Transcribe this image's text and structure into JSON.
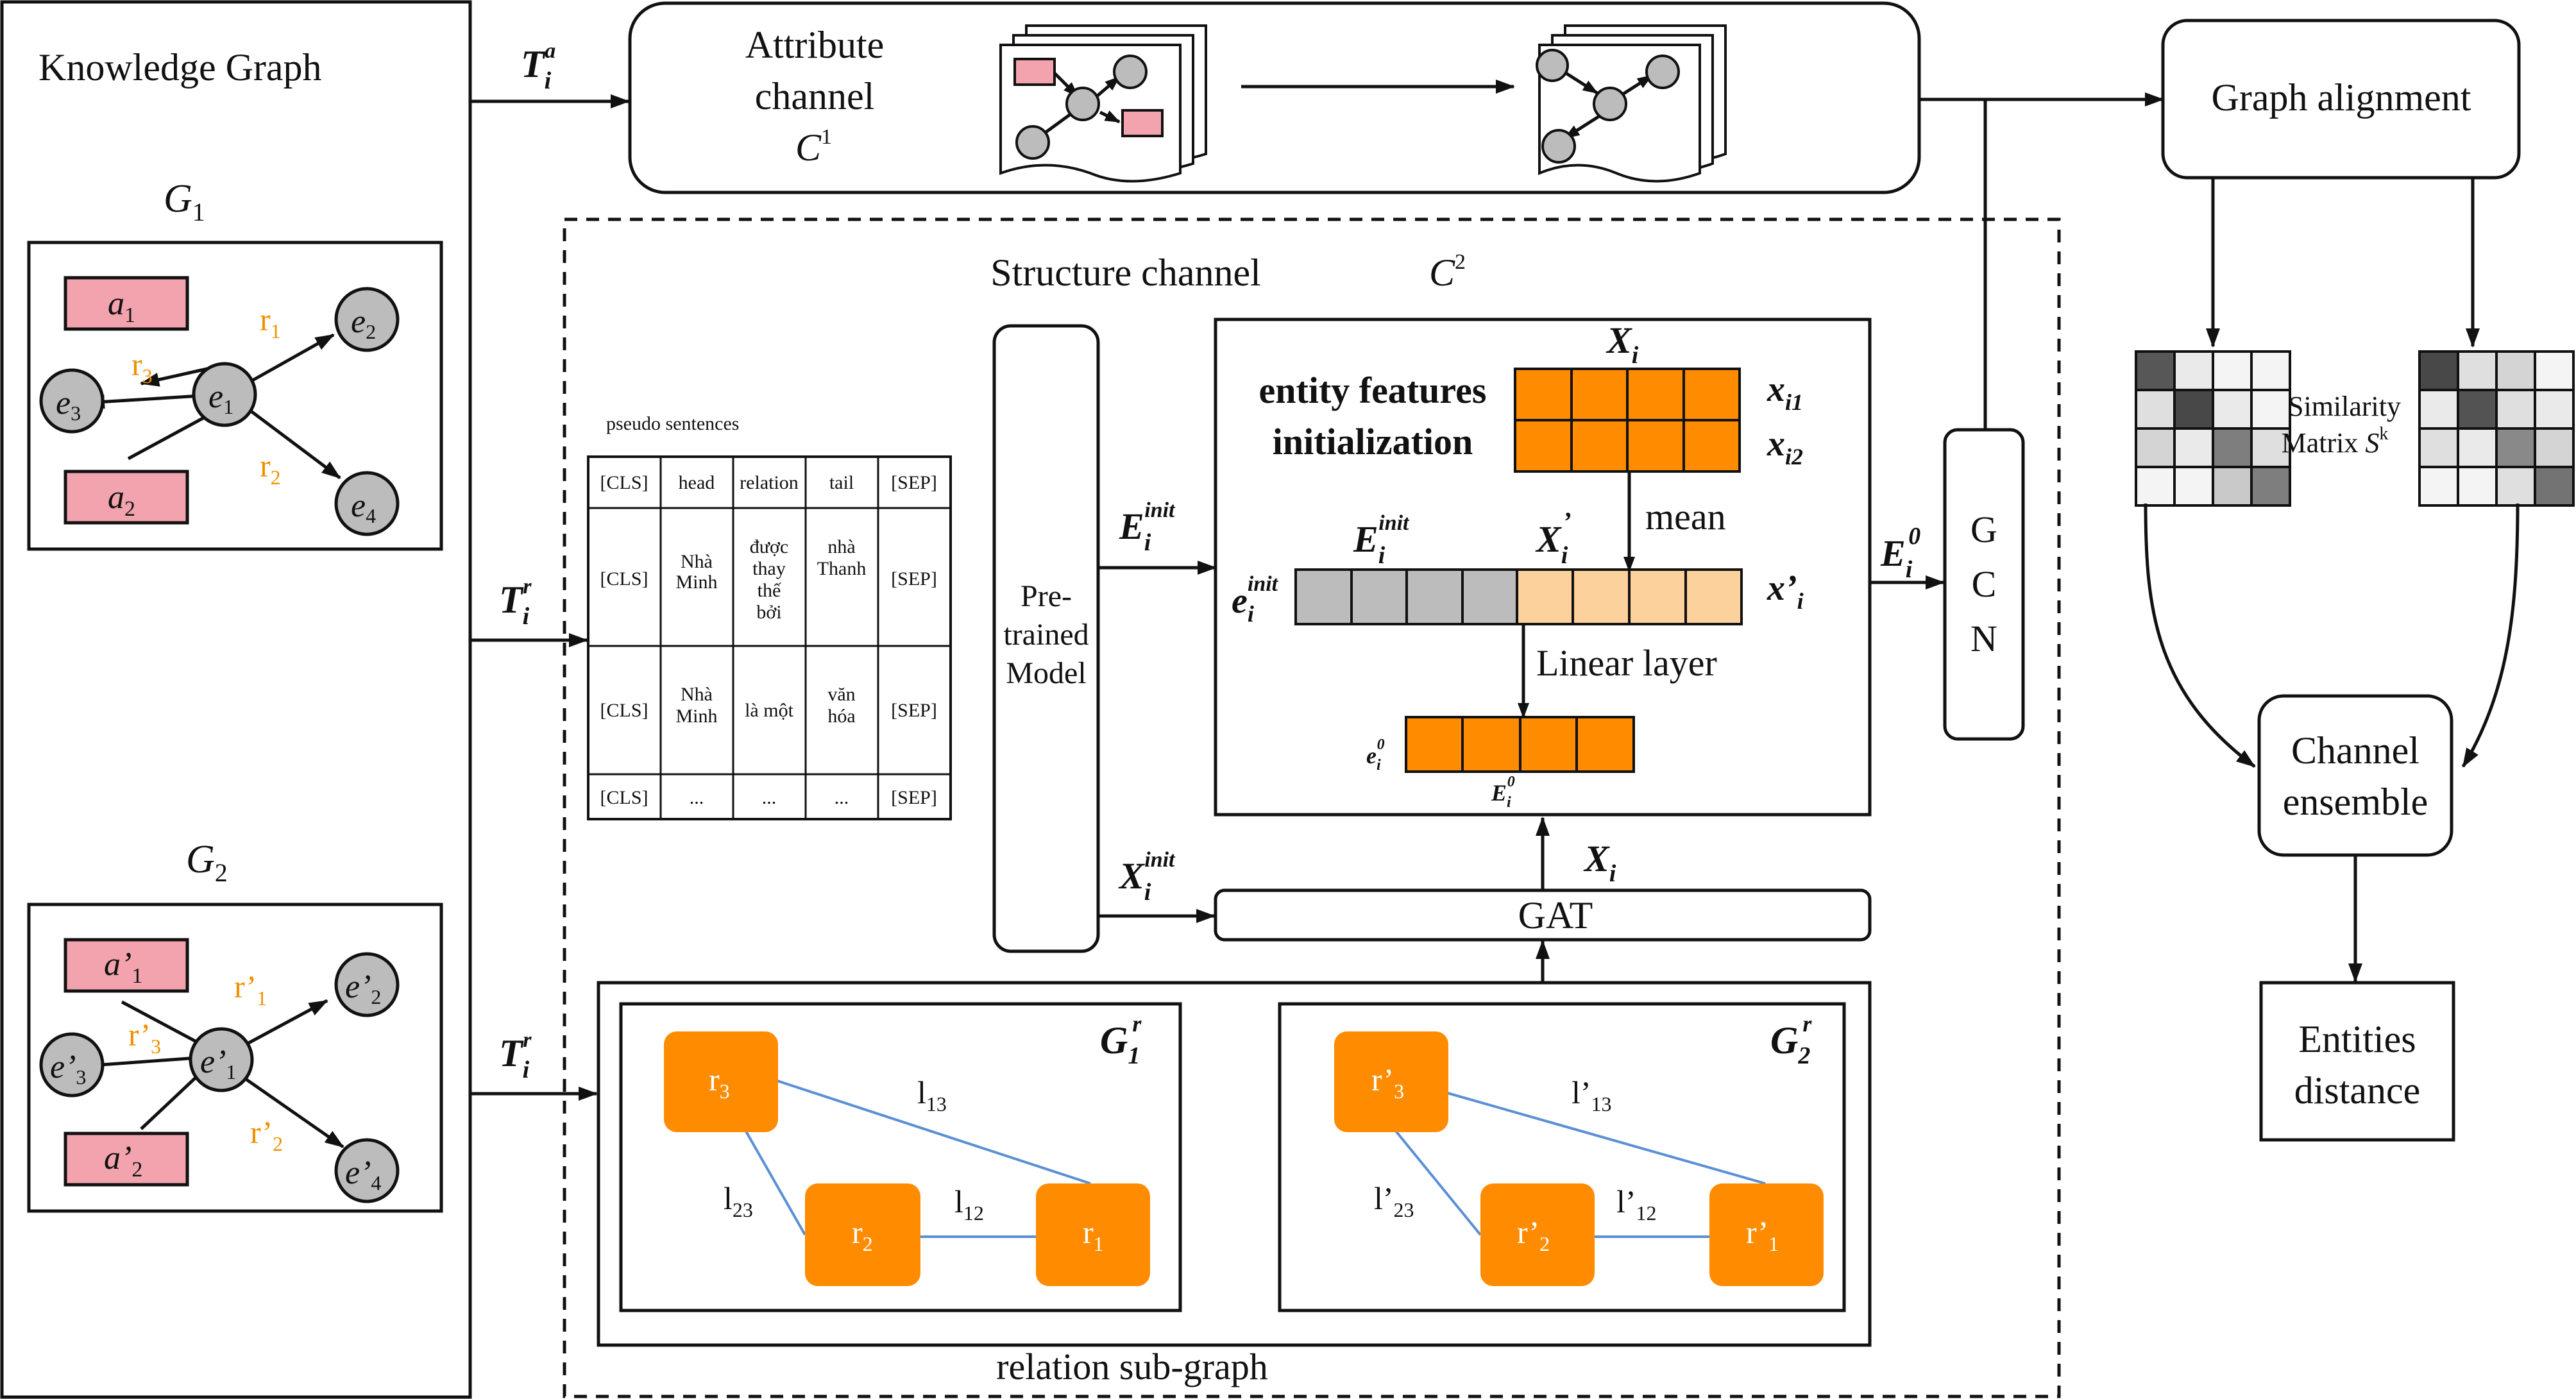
{
  "kg": {
    "title": "Knowledge Graph",
    "g1": {
      "label": "G",
      "sub": "1",
      "attrs": [
        {
          "b": "a",
          "s": "1"
        },
        {
          "b": "a",
          "s": "2"
        }
      ],
      "entities": [
        {
          "b": "e",
          "s": "1"
        },
        {
          "b": "e",
          "s": "2"
        },
        {
          "b": "e",
          "s": "3"
        },
        {
          "b": "e",
          "s": "4"
        }
      ],
      "relations": [
        {
          "b": "r",
          "s": "1"
        },
        {
          "b": "r",
          "s": "2"
        },
        {
          "b": "r",
          "s": "3"
        }
      ]
    },
    "g2": {
      "label": "G",
      "sub": "2",
      "attrs": [
        {
          "b": "a’",
          "s": "1"
        },
        {
          "b": "a’",
          "s": "2"
        }
      ],
      "entities": [
        {
          "b": "e’",
          "s": "1"
        },
        {
          "b": "e’",
          "s": "2"
        },
        {
          "b": "e’",
          "s": "3"
        },
        {
          "b": "e’",
          "s": "4"
        }
      ],
      "relations": [
        {
          "b": "r’",
          "s": "1"
        },
        {
          "b": "r’",
          "s": "2"
        },
        {
          "b": "r’",
          "s": "3"
        }
      ]
    }
  },
  "arrows": {
    "ta": {
      "b": "T",
      "sub": "i",
      "sup": "a"
    },
    "tr1": {
      "b": "T",
      "sub": "i",
      "sup": "r"
    },
    "tr2": {
      "b": "T",
      "sub": "i",
      "sup": "r"
    }
  },
  "attribute_channel": {
    "line1": "Attribute",
    "line2": "channel",
    "c": "C",
    "c_sup": "1"
  },
  "structure_channel": {
    "label": "Structure channel",
    "c": "C",
    "c_sup": "2"
  },
  "pseudo": {
    "title": "pseudo sentences",
    "rows": [
      [
        "[CLS]",
        "head",
        "relation",
        "tail",
        "[SEP]"
      ],
      [
        "[CLS]",
        "Nhà Minh",
        "được thay thế bởi",
        "nhà Thanh",
        "[SEP]"
      ],
      [
        "[CLS]",
        "Nhà Minh",
        "là một",
        "văn hóa",
        "[SEP]"
      ],
      [
        "[CLS]",
        "...",
        "...",
        "...",
        "[SEP]"
      ]
    ]
  },
  "pretrained": {
    "line1": "Pre-",
    "line2": "trained",
    "line3": "Model"
  },
  "efi": {
    "title_line1": "entity features",
    "title_line2": "initialization",
    "xi": "X",
    "xi_sub": "i",
    "xi1": "x",
    "xi1_sub": "i1",
    "xi2": "x",
    "xi2_sub": "i2",
    "mean": "mean",
    "einit_label": "E",
    "einit_sub": "i",
    "einit_sup": "init",
    "xi_prime": "X",
    "xi_prime_sub": "i",
    "xi_prime_sup": "’",
    "ei_init": "e",
    "ei_init_sub": "i",
    "ei_init_sup": "init",
    "x_prime_i": "x’",
    "x_prime_i_sub": "i",
    "linear": "Linear layer",
    "ei0": "e",
    "ei0_sub": "i",
    "ei0_sup": "0",
    "Ei0": "E",
    "Ei0_sub": "i",
    "Ei0_sup": "0"
  },
  "flow": {
    "einit": "E",
    "einit_sub": "i",
    "einit_sup": "init",
    "xinit": "X",
    "xinit_sub": "i",
    "xinit_sup": "init",
    "e0": "E",
    "e0_sub": "i",
    "e0_sup": "0",
    "xi": "X",
    "xi_sub": "i"
  },
  "gat": "GAT",
  "gcn": [
    "G",
    "C",
    "N"
  ],
  "relgraph": {
    "label": "relation sub-graph",
    "g1": {
      "label": "G",
      "sub": "1",
      "sup": "r",
      "nodes": [
        {
          "b": "r",
          "s": "3"
        },
        {
          "b": "r",
          "s": "2"
        },
        {
          "b": "r",
          "s": "1"
        }
      ],
      "edges": [
        {
          "b": "l",
          "s": "13"
        },
        {
          "b": "l",
          "s": "23"
        },
        {
          "b": "l",
          "s": "12"
        }
      ]
    },
    "g2": {
      "label": "G",
      "sub": "2",
      "sup": "r",
      "nodes": [
        {
          "b": "r’",
          "s": "3"
        },
        {
          "b": "r’",
          "s": "2"
        },
        {
          "b": "r’",
          "s": "1"
        }
      ],
      "edges": [
        {
          "b": "l’",
          "s": "13"
        },
        {
          "b": "l’",
          "s": "23"
        },
        {
          "b": "l’",
          "s": "12"
        }
      ]
    }
  },
  "right": {
    "alignment": "Graph alignment",
    "sim_line1": "Similarity",
    "sim_line2": "Matrix",
    "sim_s": "S",
    "sim_sup": "k",
    "ensemble1": "Channel",
    "ensemble2": "ensemble",
    "dist1": "Entities",
    "dist2": "distance"
  },
  "matrix_left": [
    [
      0.78,
      0.1,
      0.05,
      0.05
    ],
    [
      0.15,
      0.85,
      0.1,
      0.05
    ],
    [
      0.2,
      0.1,
      0.6,
      0.15
    ],
    [
      0.05,
      0.05,
      0.25,
      0.6
    ]
  ],
  "matrix_right": [
    [
      0.85,
      0.15,
      0.2,
      0.05
    ],
    [
      0.1,
      0.8,
      0.15,
      0.1
    ],
    [
      0.15,
      0.1,
      0.55,
      0.2
    ],
    [
      0.05,
      0.05,
      0.15,
      0.65
    ]
  ],
  "colors": {
    "pink": "#f2a3ae",
    "gray": "#bcbcbc",
    "orange": "#ff8c00",
    "lightorange": "#fdd19c",
    "label_orange": "#f29100",
    "edge_blue": "#5b8fd6"
  }
}
